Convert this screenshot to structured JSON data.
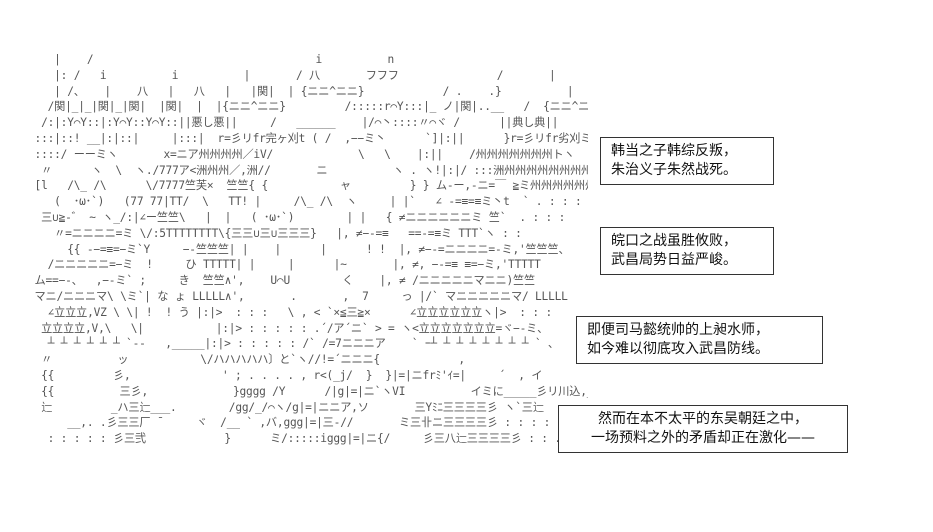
{
  "art": {
    "lines": [
      "    |    /                                  i          n                                            /    i                    ,'              n",
      "    |: /   i          i          |       / 八       フフフ               /       |                    ,'         /  /  八        ククク",
      "    | /、   |    八   |   八   |   |関|  | {ニニ^ニニ}            / .    .}          |        八   ' ,      /  〃     ヽ",
      "   /関|_|_|関|_|関|  |関|  |  |{ニニ^ニニ}         /:::::r⌒Y:::|_ ノ|関|..__   /  {ニニ^ニニ}",
      "  /:|:Y⌒Y::|:Y⌒Y::Y⌒Y::||悪し悪||     /   ______    |/⌒丶::::〃⌒ヾ /      ||典し典||",
      " :::|::! __|:|::|     |:::|  r=彡リfr完ヶ刈t ( /  ,−−ミ丶      `]|:||      }r=彡リfr劣刈ミ-",
      " ::::/ ーーミヽ       x=ニア州州州州／iV/             \\   \\    |:||    /州州州州州州州トヽ",
      "  〃      ヽ  \\  ヽ./777ア<洲州州／,洲//       ニ          ヽ . ヽ!|:|/ :::洲州州州州州州州州ト. . :",
      " [l   /\\_ /\\      \\/7777竺芙×  竺竺{ {           ャ         } } ム-ー,-ニ=￣ ≧ミ州州州州州州|}:",
      "    (  ･ω･`)   (77 77|TT/  \\   TT! |     /\\_ /\\  ヽ     | |`   ∠ -=≡=≡ミ丶t  ` . : : : :",
      "  三∪≧-゛ ~ ヽ_/:|∠ー竺竺\\   |  |   ( ･ω･`)        | |   { ≠ニニニニニニミ 竺`  . : : :",
      "    〃=ニニニニ=ミ \\/:5TTTTTTTT\\{三三∪三∪三三三}   |, ≠−-=≡   ==-=≡ミ TTT`ヽ : :",
      "      {{ -−=≡=−ミ`Y     −-竺竺竺| |    |      |      ! !  |, ≠−-=ニニニニ=-ミ,'竺竺竺、",
      "   /ニニニニニ=−ミ  !     ひ TTTTT| |     |      |~       |, ≠, −-=≡ ≡=−ミ,'TTTTT",
      " ム==−-、  ,−-ミ` ;     き  竺竺∧',    U⌒U        く    |, ≠ /ニニニニニマニニ)竺竺",
      " マニ/ニニニマ\\ \\ミ`| な ょ LLLLL∧',       .       ,  7     っ |/` マニニニニニマ/ LLLLL",
      "   ∠立立立,VZ \\ \\| !  ! う |:|>  : : :   \\ , < `×≦三≧×      ∠立立立立立立ヽ|>  : : :",
      "  立立立立,V,\\   \\|           |:|> : : : : : .´/ア´ニ` > = ヽ<立立立立立立立=ヾ−-ミ、",
      "   ┴ ┴ ┴ ┴ ┴ ┴ `‐-   ,_____|:|> : : : : : /` /=7ニニニア    ` ｰ┴ ┴ ┴ ┴ ┴ ┴ ┴ ┴ ` 、",
      "  〃          ッ           \\/ハハハハハ〕と`ヽ//!=´ニニニ{            ,                    ゞY〃",
      "  {{         彡,              ' ; . . . . , r<(_j/  }  }|=|ニfrﾐ'ｲ=|     ´  , イ           ノ爪`,",
      "  {{          三彡,             }gggg /Y      /|g|=|ニ`ヽVI          イミに_____彡リ川込,____",
      "  辷         _ハ三辷___.        /gg/_/⌒ヽ/g|=|ニニア,ソ       三Yﾐﾆ三三三三彡 ヽ`三辷      _",
      "      __,. .彡三三厂 ̄      ヾ  /__ ` ,バ,ggg|=|三-//       ミ三卝ニ三三三三彡 : : : :             彡|",
      "   : : : : : 彡三弐            }      ミ/:::::iggg|=|ニ{/     彡三八辷三三三三彡 : : .            彡|"
    ]
  },
  "captions": [
    {
      "lines": [
        "韩当之子韩综反叛，",
        "朱治义子朱然战死。"
      ]
    },
    {
      "lines": [
        "皖口之战虽胜攸败，",
        "武昌局势日益严峻。"
      ]
    },
    {
      "lines": [
        "即便司马懿统帅的上昶水师，",
        "如今难以彻底攻入武昌防线。"
      ]
    },
    {
      "lines": [
        "然而在本不太平的东吴朝廷之中，",
        "一场预料之外的矛盾却正在激化——"
      ]
    }
  ]
}
